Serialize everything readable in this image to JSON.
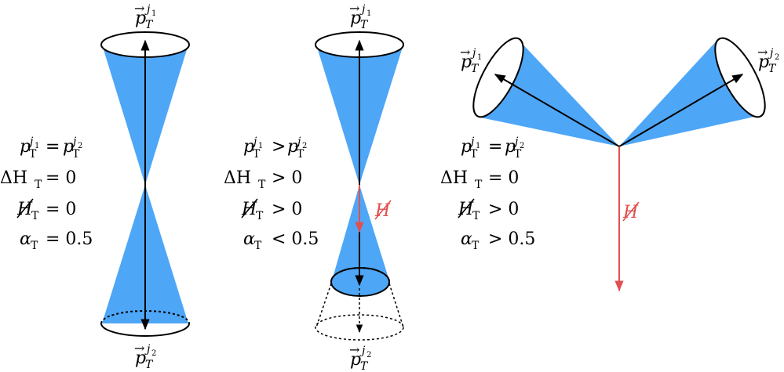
{
  "colors": {
    "cone_fill": "#4ea6f7",
    "arrow": "#000000",
    "missing_ht_arrow": "#e05050",
    "outline": "#000000"
  },
  "panels": [
    {
      "top_vector": "p⃗T j1",
      "bottom_vector": "p⃗T j2",
      "equations": [
        "p_T^{j1} = p_T^{j2}",
        "ΔH_T = 0",
        "H̸_T = 0",
        "α_T = 0.5"
      ],
      "eq_text": {
        "e1_rel": "=",
        "e2_rel": "= 0",
        "e3_rel": "= 0",
        "e4_rel": "= 0.5"
      }
    },
    {
      "top_vector": "p⃗T j1",
      "bottom_vector": "p⃗T j2",
      "missing_label": "H̸",
      "eq_text": {
        "e1_rel": ">",
        "e2_rel": "> 0",
        "e3_rel": "> 0",
        "e4_rel": "< 0.5"
      }
    },
    {
      "left_vector": "p⃗T j1",
      "right_vector": "p⃗T j2",
      "missing_label": "H̸",
      "eq_text": {
        "e1_rel": "=",
        "e2_rel": "= 0",
        "e3_rel": "> 0",
        "e4_rel": "> 0.5"
      }
    }
  ],
  "symbols": {
    "p": "p",
    "T": "T",
    "j": "j",
    "one": "1",
    "two": "2",
    "delta_H": "ΔH",
    "H_slash": "H",
    "alpha": "α"
  }
}
